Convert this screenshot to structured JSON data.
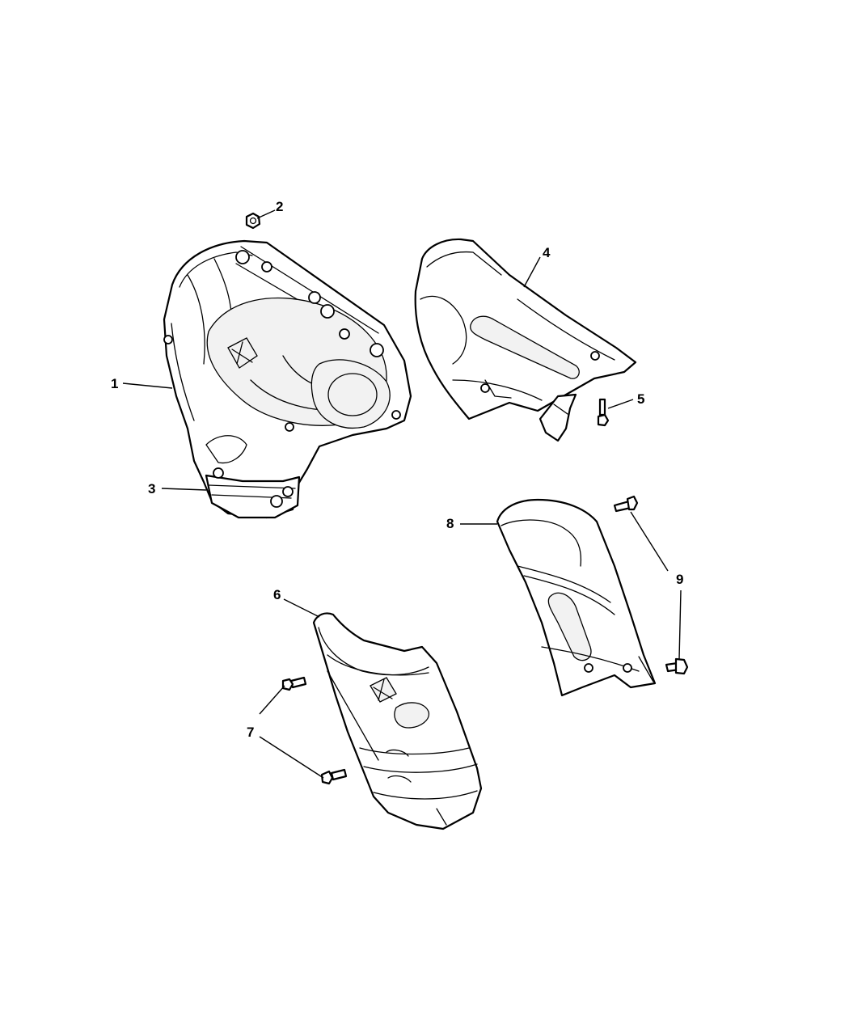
{
  "callouts": [
    {
      "number": "1",
      "part": "exhaust-manifold"
    },
    {
      "number": "2",
      "part": "nut"
    },
    {
      "number": "3",
      "part": "stud"
    },
    {
      "number": "4",
      "part": "upper-heat-shield"
    },
    {
      "number": "5",
      "part": "bolt"
    },
    {
      "number": "6",
      "part": "lower-heat-shield"
    },
    {
      "number": "7",
      "part": "bolt"
    },
    {
      "number": "8",
      "part": "heat-shield"
    },
    {
      "number": "9",
      "part": "bolt"
    }
  ]
}
